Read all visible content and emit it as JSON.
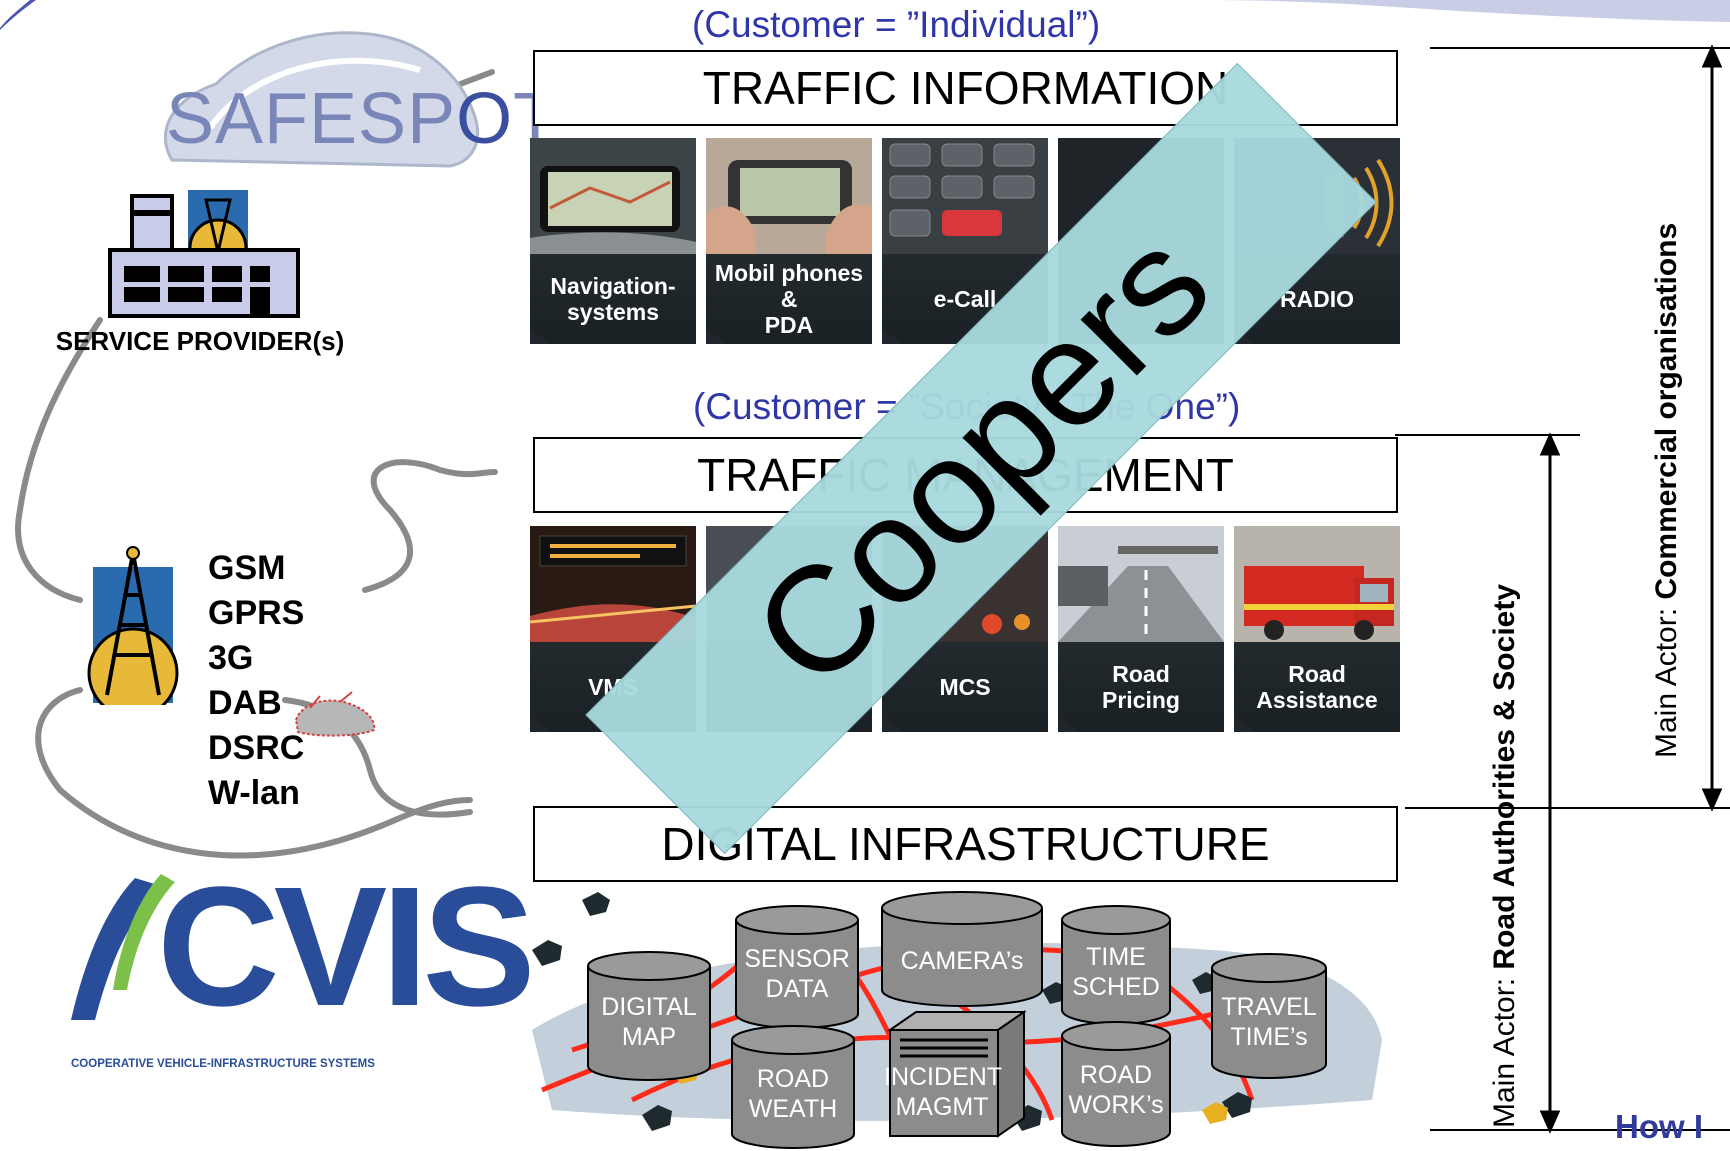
{
  "logos": {
    "safespot": "SAFESPOT",
    "cvis_main": "CVIS",
    "cvis_tagline": "COOPERATIVE VEHICLE-INFRASTRUCTURE SYSTEMS"
  },
  "service_provider_label": "SERVICE PROVIDER(s)",
  "networks": [
    "GSM",
    "GPRS",
    "3G",
    "DAB",
    "DSRC",
    "W-lan"
  ],
  "layers": {
    "traffic_information": {
      "customer": "(Customer = ”Individual”)",
      "title": "TRAFFIC INFORMATION",
      "tiles": [
        {
          "label": [
            "Navigation-",
            "systems"
          ],
          "photo": "navigation-screen"
        },
        {
          "label": [
            "Mobil phones",
            "&",
            "PDA"
          ],
          "photo": "phone-in-hand"
        },
        {
          "label": [
            "e-Call"
          ],
          "photo": "keypad-sos"
        },
        {
          "label": [
            ""
          ],
          "photo": "dark-device"
        },
        {
          "label": [
            "RADIO"
          ],
          "photo": "radio-waves"
        }
      ]
    },
    "traffic_management": {
      "customer": "(Customer = ”Society / The One”)",
      "title": "TRAFFIC MANAGEMENT",
      "tiles": [
        {
          "label": [
            "VMS"
          ],
          "photo": "tunnel-sign"
        },
        {
          "label": [
            ""
          ],
          "photo": "road-scene"
        },
        {
          "label": [
            "MCS"
          ],
          "photo": "traffic-lights"
        },
        {
          "label": [
            "Road",
            "Pricing"
          ],
          "photo": "toll-gantry"
        },
        {
          "label": [
            "Road",
            "Assistance"
          ],
          "photo": "fire-truck"
        }
      ]
    },
    "digital_infrastructure": {
      "title": "DIGITAL INFRASTRUCTURE",
      "databases": [
        {
          "label": [
            "DIGITAL",
            "MAP"
          ]
        },
        {
          "label": [
            "SENSOR",
            "DATA"
          ]
        },
        {
          "label": [
            "CAMERA’s"
          ]
        },
        {
          "label": [
            "TIME",
            "SCHED"
          ]
        },
        {
          "label": [
            "TRAVEL",
            "TIME’s"
          ]
        },
        {
          "label": [
            "ROAD",
            "WEATH"
          ]
        },
        {
          "label": [
            "INCIDENT",
            "MAGMT"
          ]
        },
        {
          "label": [
            "ROAD",
            "WORK’s"
          ]
        }
      ]
    }
  },
  "actors": {
    "road_prefix": "Main Actor: ",
    "road_bold": "Road Authorities & Society",
    "commercial_prefix": "Main Actor: ",
    "commercial_bold": "Commercial organisations"
  },
  "watermark": "Coopers",
  "footer_fragment": "How I",
  "colors": {
    "customer_text": "#2f36a8",
    "watermark_band": "#a8d8de",
    "tile_caption": "#20262b",
    "db_gray": "#8c8c8c",
    "road_red": "#ff2a1a",
    "connector_gray": "#8a8a8a"
  }
}
